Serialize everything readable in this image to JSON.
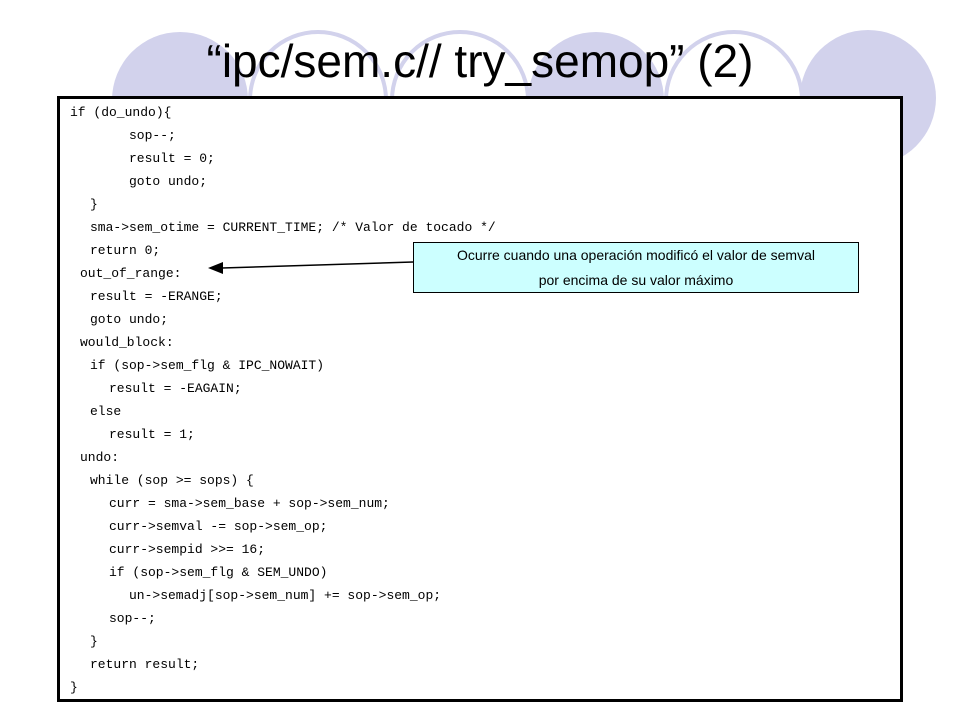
{
  "slide": {
    "title": "“ipc/sem.c// try_semop” (2)",
    "accent_color": "#d2d2ec",
    "code_lines": [
      "if (do_undo){",
      "sop--;",
      "result = 0;",
      "goto undo;",
      "}",
      "sma->sem_otime = CURRENT_TIME; /* Valor de tocado */",
      "return 0;",
      "out_of_range:",
      "result = -ERANGE;",
      "goto undo;",
      "would_block:",
      "if (sop->sem_flg & IPC_NOWAIT)",
      "result = -EAGAIN;",
      "else",
      "result = 1;",
      "undo:",
      "while (sop >= sops) {",
      "curr = sma->sem_base + sop->sem_num;",
      "curr->semval -= sop->sem_op;",
      "curr->sempid >>= 16;",
      "if (sop->sem_flg & SEM_UNDO)",
      "un->semadj[sop->sem_num] += sop->sem_op;",
      "sop--;",
      "}",
      "return result;",
      "}"
    ],
    "callout": {
      "line1": "Ocurre cuando una operación modificó el valor de semval",
      "line2": "por encima de su  valor máximo",
      "background": "#ccffff"
    }
  }
}
